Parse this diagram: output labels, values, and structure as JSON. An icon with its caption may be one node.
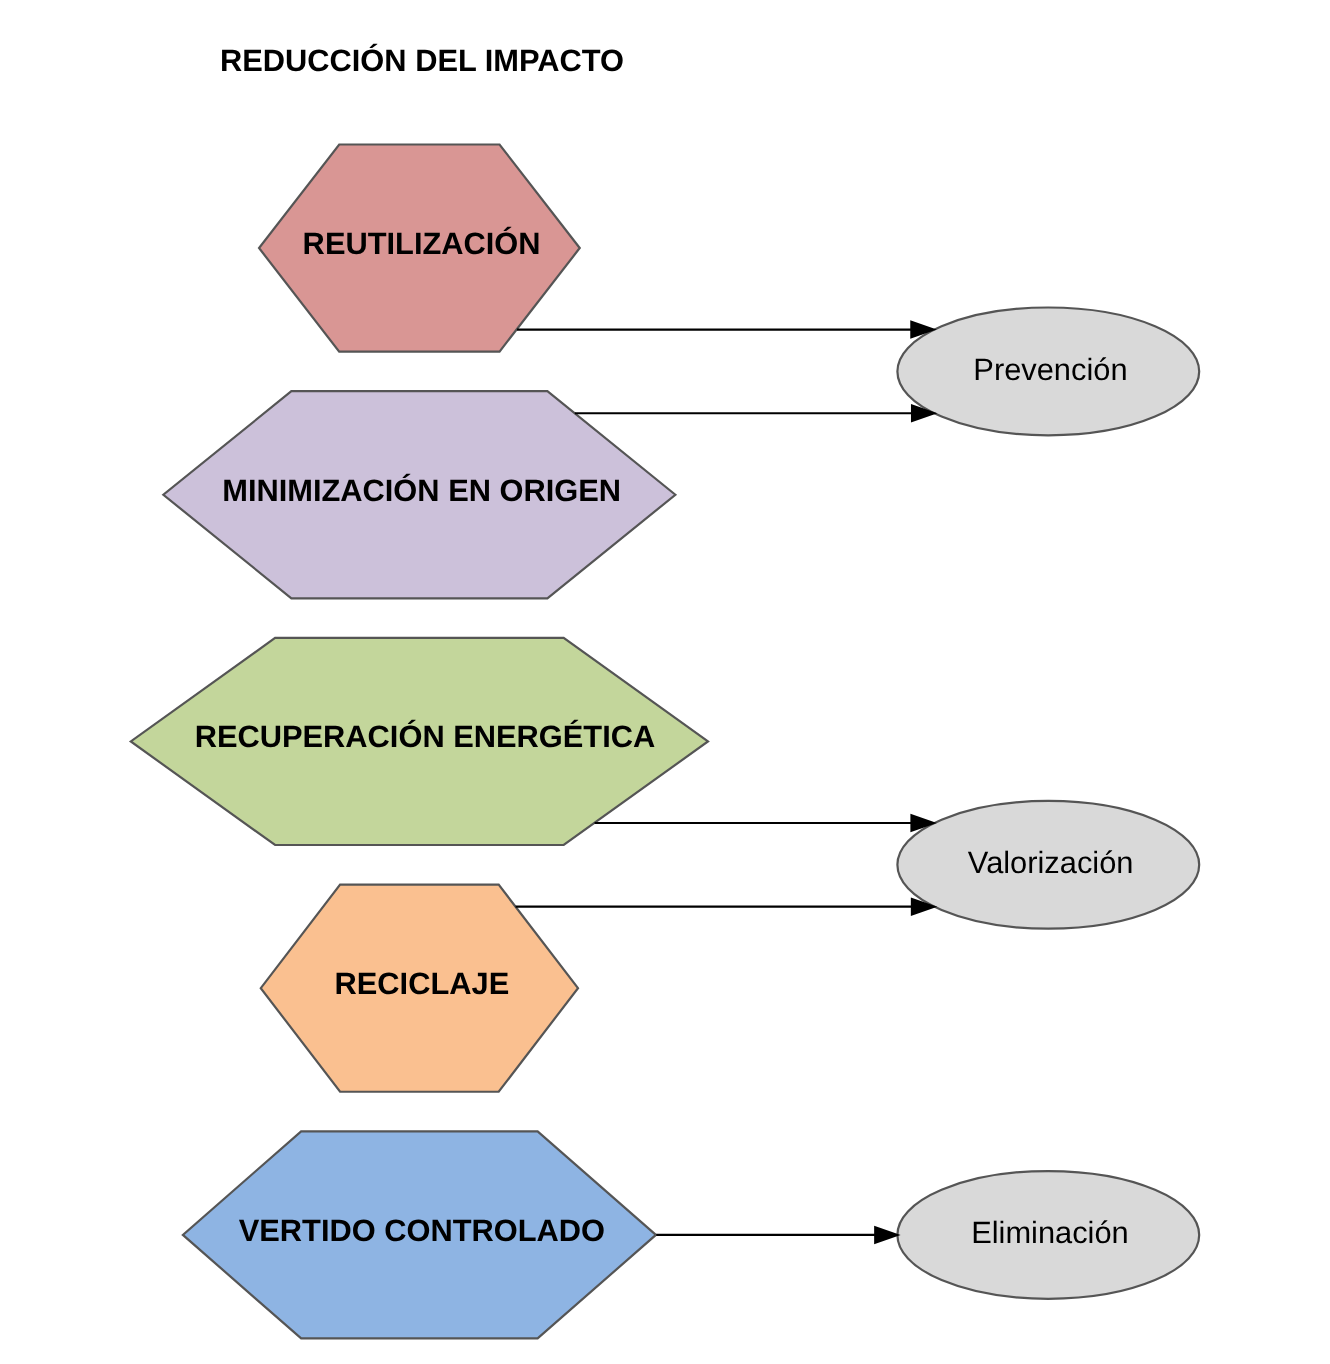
{
  "diagram": {
    "nodes": [
      {
        "text": [
          "VERTIDO CONTROLADO"
        ]
      },
      {
        "text": [
          "Eliminación"
        ]
      },
      {
        "text": [
          "RECUPERACIÓN ENERGÉTICA"
        ]
      },
      {
        "text": [
          "RECICLAJE"
        ]
      },
      {
        "text": [
          "Valorización"
        ]
      },
      {
        "text": [
          "REUTILIZACIÓN"
        ]
      },
      {
        "text": [
          "MINIMIZACIÓN EN ORIGEN"
        ]
      },
      {
        "text": [
          "Prevención"
        ]
      }
    ],
    "edges": [
      {
        "from": 0,
        "to": 1,
        "arrow": "to"
      },
      {
        "from": 2,
        "to": 4,
        "arrow": "to"
      },
      {
        "from": 3,
        "to": 4,
        "arrow": "to"
      },
      {
        "from": 5,
        "to": 7,
        "arrow": "to"
      },
      {
        "from": 6,
        "to": 7,
        "arrow": "to"
      }
    ],
    "labels": [
      "REDUCCIÓN DEL IMPACTO"
    ]
  }
}
